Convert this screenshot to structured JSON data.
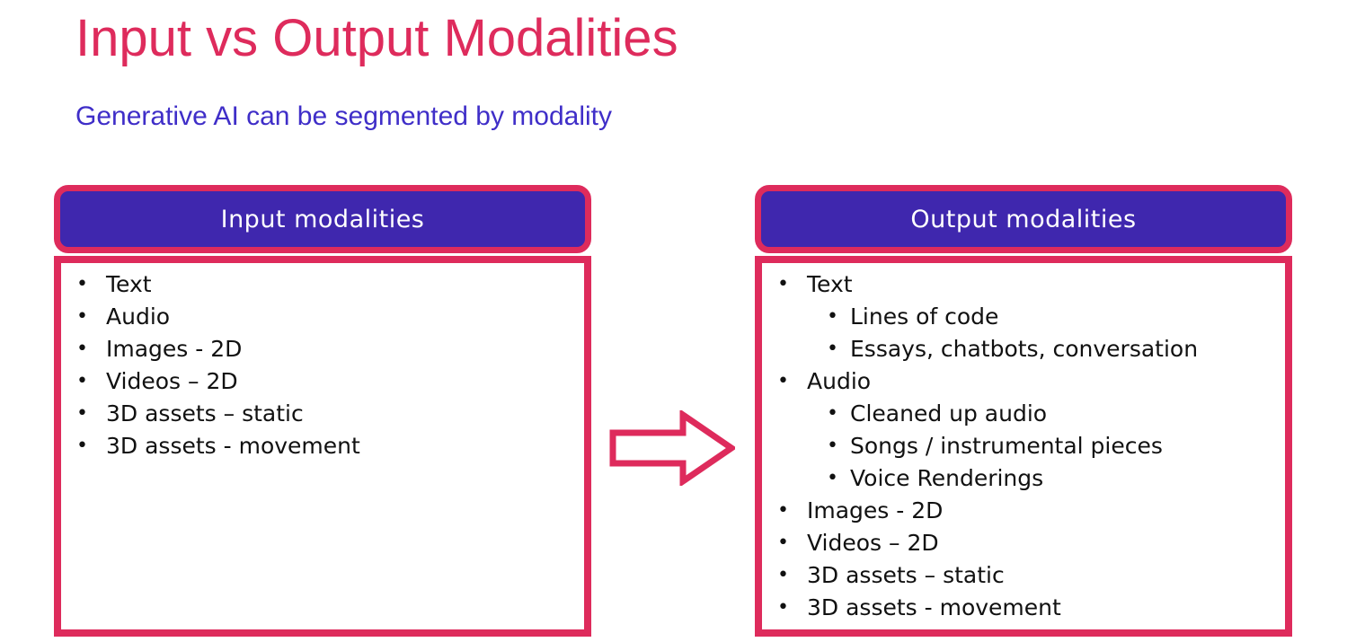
{
  "title": "Input vs Output Modalities",
  "subtitle": "Generative AI can be segmented by modality",
  "colors": {
    "accent_pink": "#DE2B5C",
    "header_purple": "#3F27AE",
    "subtitle_blue": "#3F2EC8",
    "body_text": "#111111",
    "panel_header_text": "#FFFFFF",
    "background": "#FFFFFF"
  },
  "icons": {
    "arrow": "block-arrow-right-icon"
  },
  "panels": [
    {
      "id": "input",
      "header": "Input modalities",
      "items": [
        {
          "label": "Text"
        },
        {
          "label": "Audio"
        },
        {
          "label": "Images - 2D"
        },
        {
          "label": "Videos – 2D"
        },
        {
          "label": "3D assets – static"
        },
        {
          "label": "3D assets - movement"
        }
      ]
    },
    {
      "id": "output",
      "header": "Output modalities",
      "items": [
        {
          "label": "Text",
          "children": [
            "Lines of code",
            "Essays, chatbots, conversation"
          ]
        },
        {
          "label": "Audio",
          "children": [
            "Cleaned up audio",
            "Songs / instrumental pieces",
            "Voice Renderings"
          ]
        },
        {
          "label": "Images - 2D"
        },
        {
          "label": "Videos – 2D"
        },
        {
          "label": "3D assets – static"
        },
        {
          "label": "3D assets - movement"
        }
      ]
    }
  ]
}
